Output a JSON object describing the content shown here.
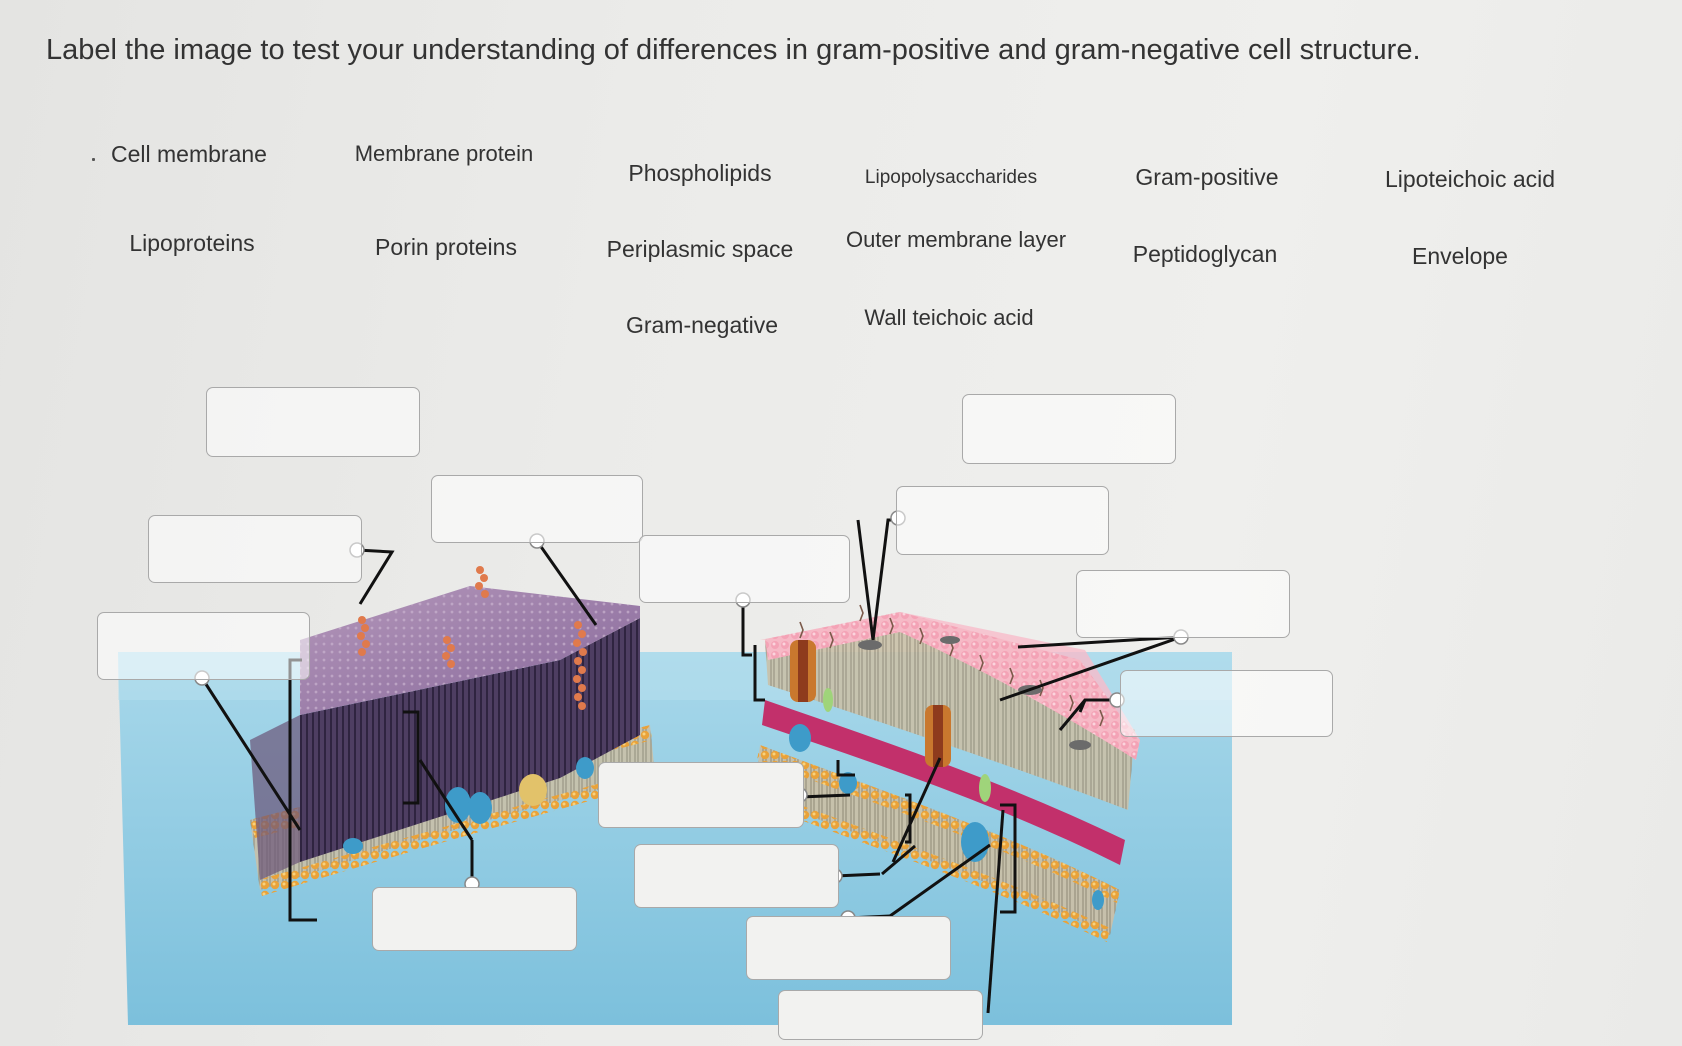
{
  "instruction": "Label the image to test your understanding of differences in gram-positive and gram-negative cell structure.",
  "terms": [
    "Cell membrane",
    "Membrane protein",
    "Phospholipids",
    "Lipopolysaccharides",
    "Gram-positive",
    "Lipoteichoic acid",
    "Lipoproteins",
    "Porin proteins",
    "Periplasmic space",
    "Outer membrane layer",
    "Peptidoglycan",
    "Envelope",
    "Gram-negative",
    "Wall teichoic acid"
  ],
  "colors": {
    "water": "#8fc9df",
    "gram_positive_wall_top": "#9b7ea3",
    "gram_positive_wall_side": "#4b3c5c",
    "gram_negative_outer": "#f2a8bb",
    "membrane_heads": "#e8a838",
    "periplasm": "#c2306b",
    "protein_blue": "#3e9bc9",
    "leader_line": "#111111"
  }
}
